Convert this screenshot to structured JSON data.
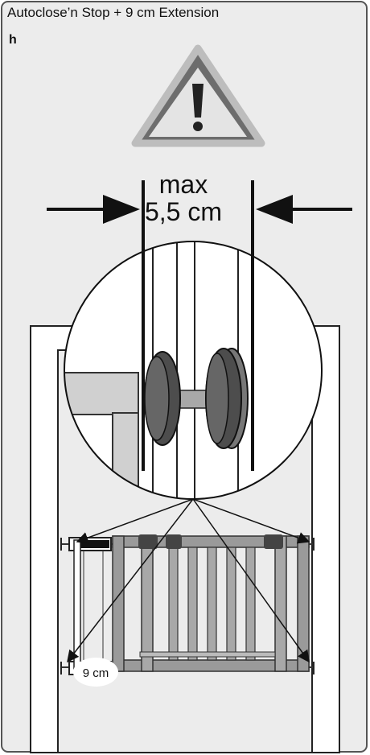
{
  "header": {
    "title": "Autoclose’n Stop + 9 cm Extension",
    "step_letter": "h"
  },
  "diagram": {
    "gap_label_line1": "max",
    "gap_label_line2": "5,5 cm",
    "extension_label": "9 cm",
    "warning_icon": "warning-triangle-icon",
    "colors": {
      "panel_background": "#ececec",
      "gate_frame": "#9a9a9a",
      "wheel": "#555555",
      "line": "#111111"
    }
  }
}
